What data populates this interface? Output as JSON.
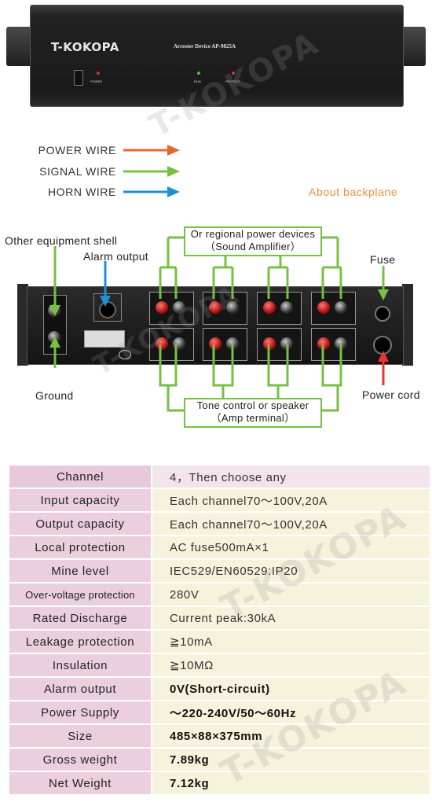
{
  "front_panel": {
    "brand": "T-KOKOPA",
    "model": "Arrester Device  AP-9825A",
    "power_label": "POWER",
    "run_label": "RUN",
    "protect_label": "PROTECT"
  },
  "legend": [
    {
      "label": "POWER WIRE",
      "color": "#e8662c"
    },
    {
      "label": "SIGNAL WIRE",
      "color": "#77c043"
    },
    {
      "label": "HORN WIRE",
      "color": "#1e90d8"
    }
  ],
  "about_backplane": "About backplane",
  "backplane": {
    "other_equipment_shell": "Other equipment shell",
    "alarm_output": "Alarm output",
    "regional_power": {
      "line1": "Or regional power devices",
      "line2": "（Sound Amplifier）"
    },
    "fuse": "Fuse",
    "ground": "Ground",
    "power_cord": "Power cord",
    "tone_control": {
      "line1": "Tone control or speaker",
      "line2": "（Amp terminal）"
    }
  },
  "specs": [
    {
      "key": "Channel",
      "value": "4，Then choose any"
    },
    {
      "key": "Input capacity",
      "value": "Each channel70～100V,20A"
    },
    {
      "key": "Output capacity",
      "value": "Each channel70～100V,20A"
    },
    {
      "key": "Local protection",
      "value": "AC fuse500mA×1"
    },
    {
      "key": "Mine level",
      "value": "IEC529/EN60529:IP20"
    },
    {
      "key": "Over-voltage protection",
      "value": "280V"
    },
    {
      "key": "Rated Discharge",
      "value": "Current peak:30kA"
    },
    {
      "key": "Leakage protection",
      "value": "≧10mA"
    },
    {
      "key": "Insulation",
      "value": "≧10MΩ"
    },
    {
      "key": "Alarm output",
      "value": "0V(Short-circuit)"
    },
    {
      "key": "Power Supply",
      "value": "～220-240V/50～60Hz"
    },
    {
      "key": "Size",
      "value": "485×88×375mm"
    },
    {
      "key": "Gross weight",
      "value": "7.89kg"
    },
    {
      "key": "Net Weight",
      "value": "7.12kg"
    }
  ]
}
